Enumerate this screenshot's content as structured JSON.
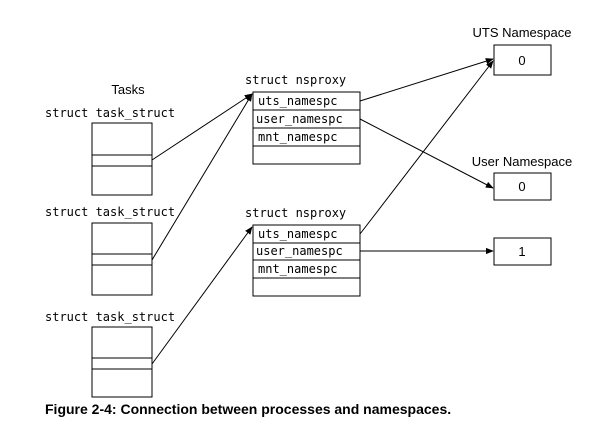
{
  "tasks_heading": "Tasks",
  "task_structs": [
    {
      "label": "struct task_struct"
    },
    {
      "label": "struct task_struct"
    },
    {
      "label": "struct task_struct"
    }
  ],
  "nsproxies": [
    {
      "title": "struct nsproxy",
      "fields": [
        "uts_namespc",
        "user_namespc",
        "mnt_namespc",
        ""
      ]
    },
    {
      "title": "struct nsproxy",
      "fields": [
        "uts_namespc",
        "user_namespc",
        "mnt_namespc",
        ""
      ]
    }
  ],
  "uts_namespace": {
    "title": "UTS Namespace",
    "value": "0"
  },
  "user_namespace": {
    "title": "User Namespace",
    "values": [
      "0",
      "1"
    ]
  },
  "caption": "Figure 2-4: Connection between processes and namespaces."
}
